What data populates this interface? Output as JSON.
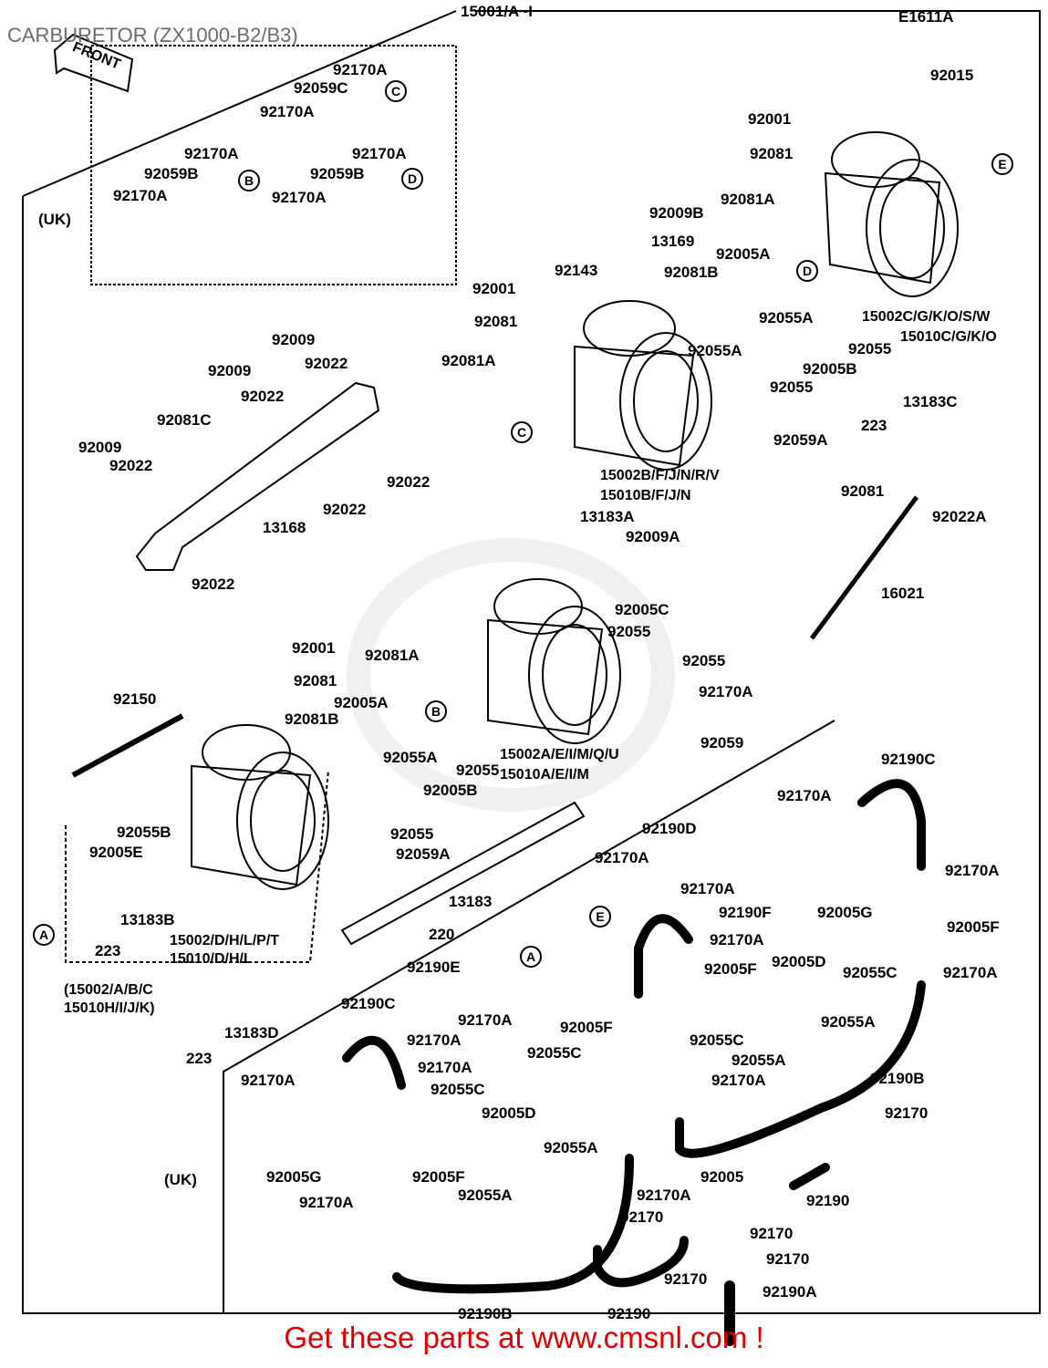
{
  "header": {
    "title": "CARBURETOR (ZX1000-B2/B3)",
    "assembly_ref": "15001/A~I",
    "diagram_code": "E1611A",
    "front_arrow": "FRONT"
  },
  "region_labels": {
    "uk_top": "(UK)",
    "uk_bottom": "(UK)"
  },
  "markers": [
    "A",
    "B",
    "C",
    "D",
    "E"
  ],
  "parts": [
    "92170A",
    "92059C",
    "92170A",
    "92170A",
    "92059B",
    "92170A",
    "92170A",
    "92059B",
    "92170A",
    "92015",
    "92001",
    "92081",
    "92081A",
    "92009B",
    "13169",
    "92005A",
    "92143",
    "92081B",
    "92001",
    "92081",
    "92055A",
    "92055A",
    "92081A",
    "92055",
    "92005B",
    "92055",
    "13183C",
    "223",
    "15002C/G/K/O/S/W",
    "15010C/G/K/O",
    "92059A",
    "15002B/F/J/N/R/V",
    "15010B/F/J/N",
    "92009",
    "92009",
    "92022",
    "92022",
    "92081C",
    "92009",
    "92022",
    "92022",
    "92022",
    "13168",
    "92022",
    "13183A",
    "92009A",
    "92081",
    "92022A",
    "16021",
    "92001",
    "92081A",
    "92081",
    "92005C",
    "92055",
    "92055",
    "92150",
    "92005A",
    "92081B",
    "92170A",
    "92055A",
    "92059",
    "92055",
    "15002A/E/I/M/Q/U",
    "15010A/E/I/M",
    "92005B",
    "92055B",
    "92005E",
    "92055",
    "92059A",
    "92190C",
    "92170A",
    "13183B",
    "223",
    "15002/D/H/L/P/T",
    "15010/D/H/L",
    "13183",
    "220",
    "92190D",
    "92170A",
    "92170A",
    "92170A",
    "92005G",
    "92005F",
    "92190F",
    "92190E",
    "92170A",
    "92170A",
    "92005F",
    "92005D",
    "92055C",
    "92170A",
    "(15002/A/B/C",
    "15010H/I/J/K)",
    "13183D",
    "223",
    "92190C",
    "92170A",
    "92170A",
    "92005F",
    "92055C",
    "92055C",
    "92055A",
    "92055A",
    "92170A",
    "92190B",
    "92170",
    "92170A",
    "92055C",
    "92005D",
    "92055A",
    "92005G",
    "92005F",
    "92170A",
    "92055A",
    "92170A",
    "92170",
    "92005",
    "92190",
    "92170",
    "92170",
    "92170",
    "92190A",
    "92190B",
    "92190"
  ],
  "footer": {
    "cta": "Get these parts at www.cmsnl.com !"
  },
  "colors": {
    "ink": "#000000",
    "cta": "#e00000",
    "title_gray": "#6b6b6b"
  }
}
